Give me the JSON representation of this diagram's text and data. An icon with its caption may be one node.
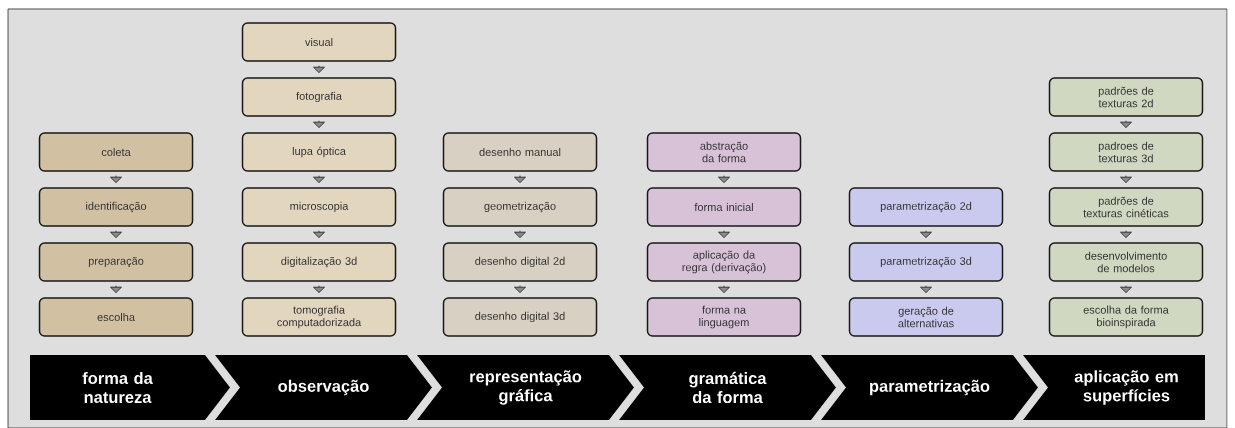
{
  "diagram": {
    "nodes": [
      {
        "text": [
          "coleta"
        ]
      },
      {
        "text": [
          "identificação"
        ]
      },
      {
        "text": [
          "preparação"
        ]
      },
      {
        "text": [
          "escolha"
        ]
      },
      {
        "text": [
          "visual"
        ]
      },
      {
        "text": [
          "fotografia"
        ]
      },
      {
        "text": [
          "lupa óptica"
        ]
      },
      {
        "text": [
          "microscopia"
        ]
      },
      {
        "text": [
          "digitalização 3d"
        ]
      },
      {
        "text": [
          "tomografia computadorizada"
        ]
      },
      {
        "text": [
          "desenho manual"
        ]
      },
      {
        "text": [
          "geometrização"
        ]
      },
      {
        "text": [
          "desenho digital 2d"
        ]
      },
      {
        "text": [
          "desenho digital 3d"
        ]
      },
      {
        "text": [
          "abstração da forma"
        ]
      },
      {
        "text": [
          "forma inicial"
        ]
      },
      {
        "text": [
          "aplicação da regra (derivação)"
        ]
      },
      {
        "text": [
          "forma na linguagem"
        ]
      },
      {
        "text": [
          "parametrização 2d"
        ]
      },
      {
        "text": [
          "parametrização 3d"
        ]
      },
      {
        "text": [
          "geração de alternativas"
        ]
      },
      {
        "text": [
          "padrões de texturas 2d"
        ]
      },
      {
        "text": [
          "padroes de texturas 3d"
        ]
      },
      {
        "text": [
          "padrões de texturas cinéticas"
        ]
      },
      {
        "text": [
          "desenvolvimento de modelos"
        ]
      },
      {
        "text": [
          "escolha da forma bioinspirada"
        ]
      },
      {
        "text": [
          "forma da natureza"
        ]
      },
      {
        "text": [
          "observação"
        ]
      },
      {
        "text": [
          "representação gráfica"
        ]
      },
      {
        "text": [
          "gramática da forma"
        ]
      },
      {
        "text": [
          "parametrização"
        ]
      },
      {
        "text": [
          "aplicação em superfícies"
        ]
      }
    ],
    "edges": [
      {
        "from": 0,
        "to": 1,
        "arrow": "to"
      },
      {
        "from": 1,
        "to": 2,
        "arrow": "to"
      },
      {
        "from": 2,
        "to": 3,
        "arrow": "to"
      },
      {
        "from": 4,
        "to": 5,
        "arrow": "to"
      },
      {
        "from": 5,
        "to": 6,
        "arrow": "to"
      },
      {
        "from": 6,
        "to": 7,
        "arrow": "to"
      },
      {
        "from": 7,
        "to": 8,
        "arrow": "to"
      },
      {
        "from": 8,
        "to": 9,
        "arrow": "to"
      },
      {
        "from": 10,
        "to": 11,
        "arrow": "to"
      },
      {
        "from": 11,
        "to": 12,
        "arrow": "to"
      },
      {
        "from": 12,
        "to": 13,
        "arrow": "to"
      },
      {
        "from": 14,
        "to": 15,
        "arrow": "to"
      },
      {
        "from": 15,
        "to": 16,
        "arrow": "to"
      },
      {
        "from": 16,
        "to": 17,
        "arrow": "to"
      },
      {
        "from": 18,
        "to": 19,
        "arrow": "to"
      },
      {
        "from": 19,
        "to": 20,
        "arrow": "to"
      },
      {
        "from": 21,
        "to": 22,
        "arrow": "to"
      },
      {
        "from": 22,
        "to": 23,
        "arrow": "to"
      },
      {
        "from": 23,
        "to": 24,
        "arrow": "to"
      },
      {
        "from": 24,
        "to": 25,
        "arrow": "to"
      }
    ]
  }
}
